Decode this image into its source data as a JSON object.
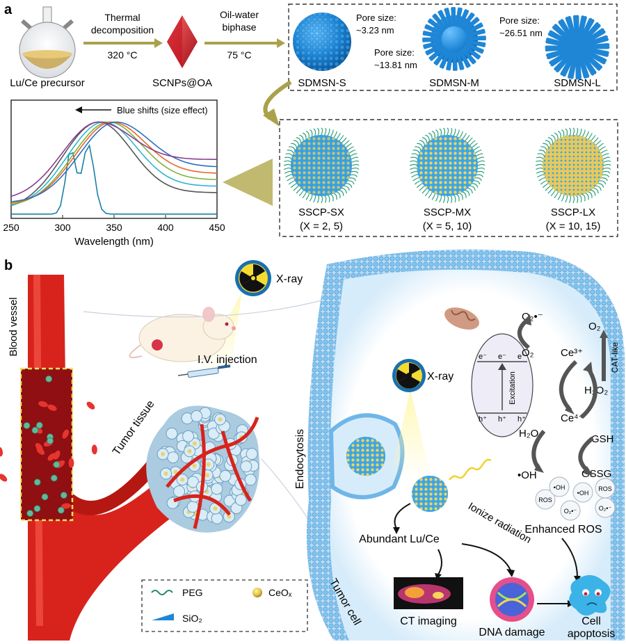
{
  "panel_a": {
    "label": "a",
    "precursor_label": "Lu/Ce precursor",
    "step1": {
      "line1": "Thermal",
      "line2": "decomposition",
      "temp": "320 °C"
    },
    "product_label": "SCNPs@OA",
    "step2": {
      "line1": "Oil-water",
      "line2": "biphase",
      "temp": "75 °C"
    },
    "sdmsn": {
      "s": {
        "pore_line1": "Pore size:",
        "pore_line2": "~3.23 nm",
        "name": "SDMSN-S"
      },
      "m": {
        "pore_line1": "Pore size:",
        "pore_line2": "~13.81 nm",
        "name": "SDMSN-M"
      },
      "l": {
        "pore_line1": "Pore size:",
        "pore_line2": "~26.51 nm",
        "name": "SDMSN-L"
      }
    },
    "sscp": {
      "sx": {
        "name": "SSCP-SX",
        "x": "(X = 2, 5)"
      },
      "mx": {
        "name": "SSCP-MX",
        "x": "(X = 5, 10)"
      },
      "lx": {
        "name": "SSCP-LX",
        "x": "(X = 10, 15)"
      }
    },
    "spectrum": {
      "annotation": "Blue shifts (size effect)",
      "xlabel": "Wavelength (nm)",
      "xticks": [
        "250",
        "300",
        "350",
        "400",
        "450"
      ],
      "colors": [
        "#1a7fa8",
        "#555555",
        "#2fb4d4",
        "#7fb33a",
        "#e26a2c",
        "#2b6fc4",
        "#8b3b8f"
      ]
    }
  },
  "panel_b": {
    "label": "b",
    "blood_vessel": "Blood vessel",
    "xray_top": "X-ray",
    "iv_injection": "I.V. injection",
    "tumor_tissue": "Tumor tissue",
    "endocytosis": "Endocytosis",
    "xray_cell": "X-ray",
    "band": {
      "e": "e⁻",
      "h": "h⁺",
      "excitation": "Excitation"
    },
    "chem": {
      "o2_rad": "O₂•⁻",
      "o2": "O₂",
      "ce3": "Ce³⁺",
      "ce4": "Ce⁴⁺",
      "h2o2": "H₂O₂",
      "o2_top": "O₂",
      "cat_like": "CAT-like",
      "gsh": "GSH",
      "gssg": "GSSG",
      "h2o": "H₂O",
      "oh": "•OH"
    },
    "ros_bubbles": [
      "ROS",
      "•OH",
      "ROS",
      "O₂•⁻",
      "O₂•⁻",
      "•OH"
    ],
    "enhanced_ros": "Enhanced ROS",
    "abundant": "Abundant Lu/Ce",
    "ionize": "Ionize radiation",
    "ct_imaging": "CT imaging",
    "dna_damage": "DNA damage",
    "cell_apoptosis_1": "Cell",
    "cell_apoptosis_2": "apoptosis",
    "tumor_cell": "Tumor cell",
    "legend": {
      "peg": "PEG",
      "ceox": "CeOₓ",
      "sio2": "SiO₂"
    }
  },
  "colors": {
    "arrow_olive": "#a9a24a",
    "vessel_red": "#d8231c",
    "sphere_blue": "#1f86d6",
    "membrane_blue": "#6fb6e8"
  }
}
